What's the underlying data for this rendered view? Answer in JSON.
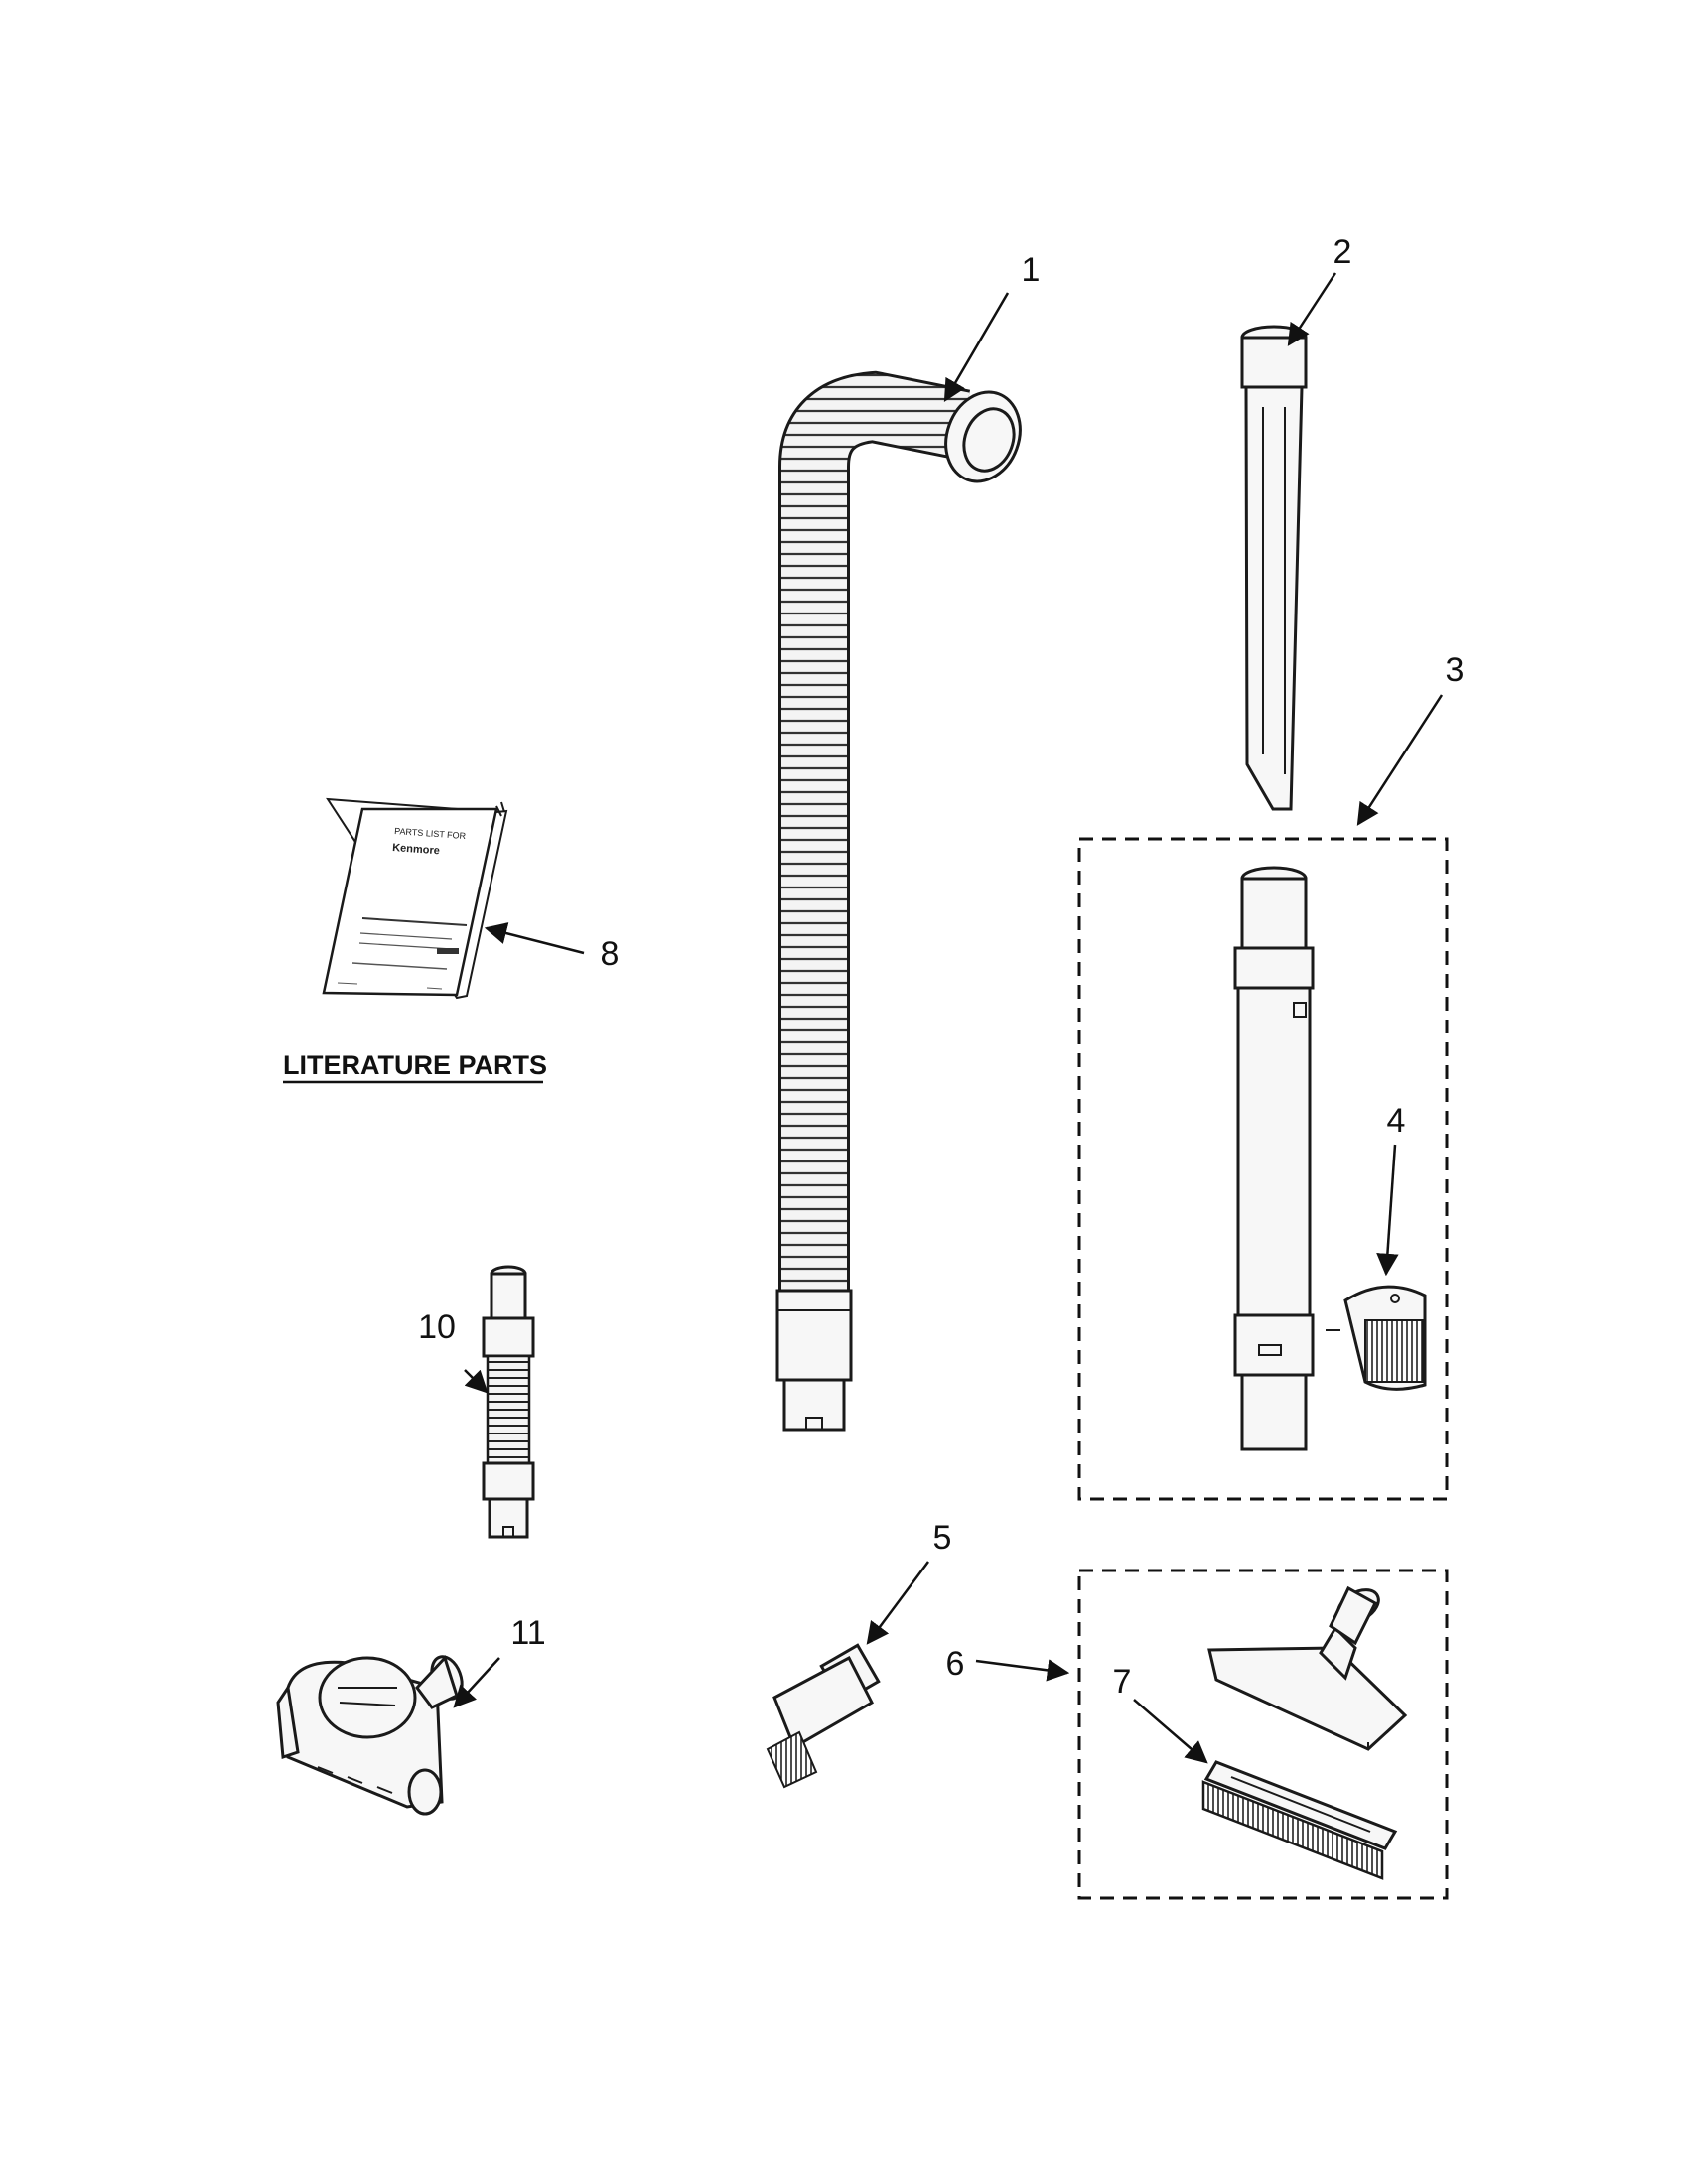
{
  "heading": {
    "literature_parts": "LITERATURE PARTS"
  },
  "booklet": {
    "line1": "PARTS LIST FOR",
    "line2": "Kenmore"
  },
  "callouts": {
    "c1": "1",
    "c2": "2",
    "c3": "3",
    "c4": "4",
    "c5": "5",
    "c6": "6",
    "c7": "7",
    "c8": "8",
    "c10": "10",
    "c11": "11"
  },
  "parts": [
    {
      "callout": "1",
      "icon": "hose-icon"
    },
    {
      "callout": "2",
      "icon": "crevice-tool-icon"
    },
    {
      "callout": "3",
      "icon": "extension-wand-icon"
    },
    {
      "callout": "4",
      "icon": "wand-clip-icon"
    },
    {
      "callout": "5",
      "icon": "dusting-brush-icon"
    },
    {
      "callout": "6",
      "icon": "floor-tool-icon"
    },
    {
      "callout": "7",
      "icon": "floor-brush-insert-icon"
    },
    {
      "callout": "8",
      "icon": "parts-list-booklet-icon"
    },
    {
      "callout": "10",
      "icon": "stair-hose-icon"
    },
    {
      "callout": "11",
      "icon": "turbo-brush-icon"
    }
  ]
}
